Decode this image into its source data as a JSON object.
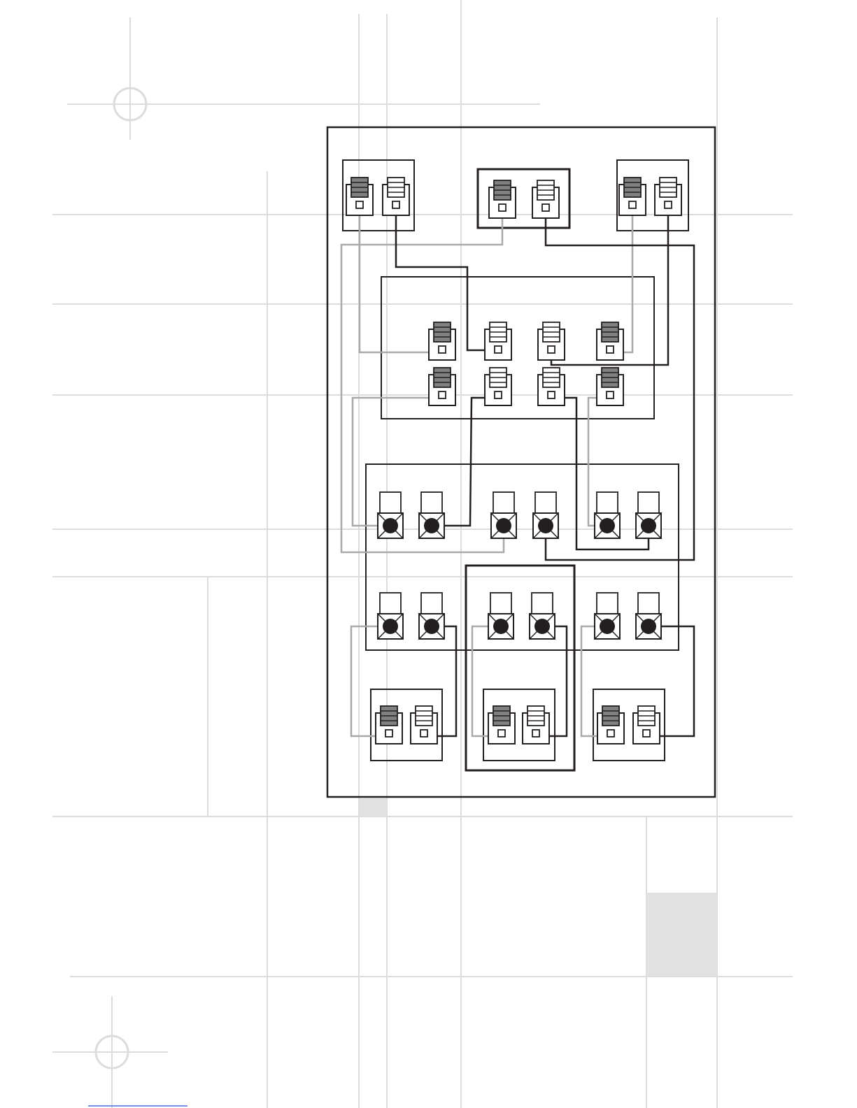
{
  "colors": {
    "guide": "#dcdcdc",
    "line": "#231f20",
    "gray_wire": "#a7a9ac",
    "dark_fill": "#808080",
    "jack_fill": "#231f20",
    "panel_fill": "#e1e1e1"
  },
  "icons": {
    "registration_mark": "crosshair-circle-icon",
    "speaker_terminal": "speaker-terminal-icon",
    "rca_jack": "rca-jack-icon"
  },
  "diagram": {
    "component_boxes": [
      {
        "id": "top-left-speaker"
      },
      {
        "id": "top-center-speaker"
      },
      {
        "id": "top-right-speaker"
      },
      {
        "id": "amplifier-terminal-block"
      },
      {
        "id": "receiver-jack-panel"
      },
      {
        "id": "bottom-center-enclosure"
      },
      {
        "id": "bottom-left-speaker"
      },
      {
        "id": "bottom-center-speaker"
      },
      {
        "id": "bottom-right-speaker"
      }
    ],
    "terminal_polarity": [
      "dark",
      "light"
    ]
  }
}
